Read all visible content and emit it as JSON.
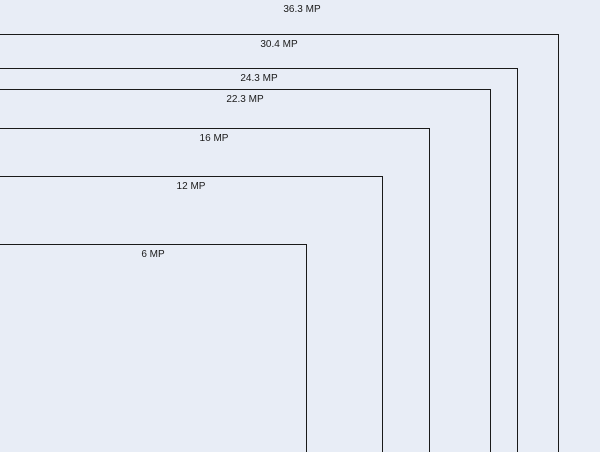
{
  "diagram": {
    "title": "",
    "background_color": "#e8edf6",
    "line_color": "#1a1a1a",
    "sensor_sizes": [
      {
        "label": "36.3 MP",
        "megapixels": 36.3
      },
      {
        "label": "30.4 MP",
        "megapixels": 30.4
      },
      {
        "label": "24.3 MP",
        "megapixels": 24.3
      },
      {
        "label": "22.3 MP",
        "megapixels": 22.3
      },
      {
        "label": "16 MP",
        "megapixels": 16
      },
      {
        "label": "12 MP",
        "megapixels": 12
      },
      {
        "label": "6 MP",
        "megapixels": 6
      }
    ]
  }
}
